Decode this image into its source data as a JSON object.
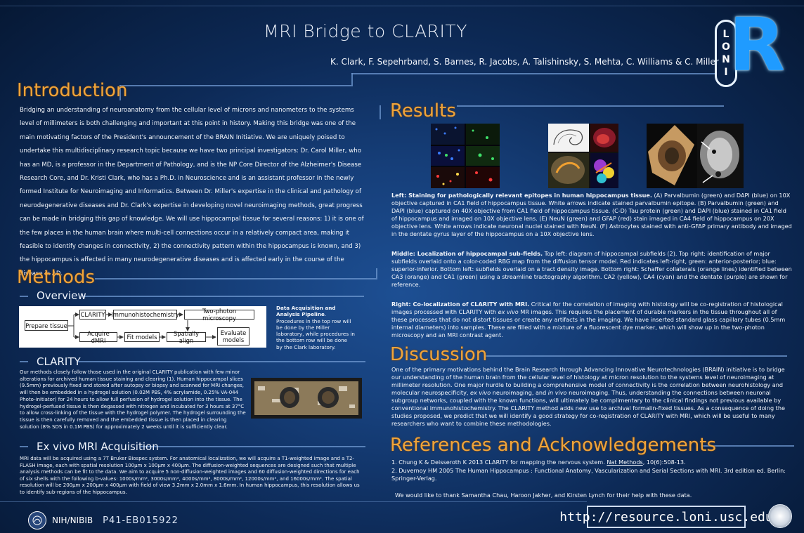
{
  "title": "MRI Bridge to CLARITY",
  "authors": "K. Clark, F. Sepehrband, S. Barnes, R. Jacobs, A. Talishinsky, S. Mehta, C. Williams & C. Miller",
  "logo": {
    "letter": "R",
    "vertical": [
      "L",
      "O",
      "N",
      "I"
    ]
  },
  "intro": {
    "heading": "Introduction",
    "text": "Bridging an understanding of neuroanatomy from the cellular level of microns and nanometers to the systems level of millimeters is both challenging and important at this point in history. Making this bridge was one of the main motivating factors of the President's announcement of the BRAIN Initiative. We are uniquely poised to undertake this multidisciplinary research topic because we have two principal investigators: Dr. Carol Miller, who has an MD, is a professor in the Department of Pathology, and is the NP Core Director of the Alzheimer's Disease Research Core, and Dr. Kristi Clark, who has a Ph.D. in Neuroscience and is an assistant professor in the newly formed Institute for Neuroimaging and Informatics. Between Dr. Miller's expertise in the clinical and pathology of neurodegenerative diseases and Dr. Clark's expertise in developing novel neuroimaging methods, great progress can be made in bridging this gap of knowledge. We will use hippocampal tissue for several reasons: 1) it is one of the few places in the human brain where multi-cell connections occur in a relatively compact area, making it feasible to identify changes in connectivity, 2) the connectivity pattern within the hippocampus is known, and 3) the hippocampus is affected in many neurodegenerative diseases and is affected early in the course of the disease in AD."
  },
  "methods": {
    "heading": "Methods",
    "overview": {
      "heading": "Overview",
      "boxes": {
        "prepare": "Prepare tissue",
        "clarity": "CLARITY",
        "immuno": "Immunohistochemistry",
        "twophoton": "Two-photon microscopy",
        "dmri": "Acquire dMRI",
        "fit": "Fit models",
        "align": "Spatially align",
        "evaluate": "Evaluate models"
      },
      "caption_bold": "Data Acquisition and Analysis Pipeline",
      "caption_rest": ". Procedures in the top row will be done by the Miller laboratory, while procedures in the bottom row will be done by the Clark laboratory."
    },
    "clarity": {
      "heading": "CLARITY",
      "text": "Our methods closely follow those used in the original CLARITY publication with few minor alterations for archived human tissue staining and clearing (1). Human hippocampal slices (9.5mm) previously fixed and stored after autopsy or biopsy and scanned for MRI changes, will then be embedded in a hydrogel solution (0.02M PBS, 4% acrylamide, 0.25% VA-044 Photo-initiator) for 24 hours to allow full perfusion of hydrogel solution into the tissue. The hydrogel-perfused tissue is then degassed with nitrogen and incubated for 3 hours at 37°C to allow cross-linking of the tissue with the hydrogel polymer. The hydrogel surrounding the tissue is then carefully removed and the embedded tissue is then placed in clearing solution (8% SDS in 0.1M PBS) for approximately 2 weeks until it is sufficiently clear."
    },
    "exvivo": {
      "heading": "Ex vivo MRI Acquisition",
      "text": "MRI data will be acquired using a 7T Bruker Biospec system. For anatomical localization, we will acquire a T1-weighted image and a T2-FLASH image, each with spatial resolution 100µm x 100µm x 400µm. The diffusion-weighted sequences are designed such that multiple analysis methods can be fit to the data. We aim to acquire 5 non-diffusion-weighted images and 60 diffusion-weighted directions for each of six shells with the following b-values: 1000s/mm², 3000s/mm², 4000s/mm², 8000s/mm², 12000s/mm², and 16000s/mm². The spatial resolution will be 200µm x 200µm x 400µm with field of view 3.2mm x 2.0mm x 1.6mm. In human hippocampus, this resolution allows us to identify sub-regions of the hippocampus."
    }
  },
  "results": {
    "heading": "Results",
    "left_bold": "Left: Staining for pathologically relevant epitopes in human hippocampus tissue.",
    "left_rest": " (A) Parvalbumin (green) and DAPI (blue) on 10X objective captured in CA1 field of hippocampus tissue. White arrows indicate stained parvalbumin epitope. (B) Parvalbumin (green) and DAPI (blue) captured on 40X objective from CA1 field of hippocampus tissue. (C-D) Tau protein (green) and DAPI (blue) stained in CA1 field of hippocampus and imaged on 10X objective lens. (E) NeuN (green) and GFAP (red) stain imaged in CA4 field of hippocampus on 20X objective lens. White arrows indicate neuronal nuclei stained with NeuN. (F) Astrocytes stained with anti-GFAP primary antibody and imaged in the dentate gyrus layer of the hippocampus on a 10X objective lens.",
    "middle_bold": "Middle:  Localization of hippocampal sub-fields.",
    "middle_rest": " Top left: diagram of hippocampal subfields (2). Top right: identification of major subfields overlaid onto a color-coded RBG map from the diffusion tensor model.  Red indicates left-right, green: anterior-posterior; blue: superior-inferior. Bottom left: subfields overlaid on a tract density image. Bottom right: Schaffer collaterals (orange lines) identified between CA3 (orange) and CA1 (green) using a streamline tractography algorithm. CA2 (yellow), CA4 (cyan) and the dentate (purple) are shown for reference.",
    "right_bold": "Right: Co-localization of CLARITY with MRI.",
    "right_a": " Critical for the correlation of imaging with histology will be co-registration of histological images processed with CLARITY with ",
    "right_italic": "ex vivo",
    "right_b": " MR images. This requires the placement of durable markers in the tissue throughout all of these processes that do not distort tissues or create any artifacts in the imaging. We have inserted standard glass capillary tubes (0.5mm internal diameters) into samples. These are filled with a mixture of a fluorescent dye marker, which will show up in the two-photon microscopy and an MRI contrast agent."
  },
  "discussion": {
    "heading": "Discussion",
    "a": "One of the primary motivations behind the Brain Research through Advancing Innovative Neurotechnologies (BRAIN) initiative is to bridge our understanding of the human brain from the cellular level of histology at micron resolution to the systems level of neuroimaging at millimeter resolution. One major hurdle to building a comprehensive model of connectivity is the correlation between neurohistology and molecular neurospecificity, ",
    "i1": "ex vivo",
    "b": " neuroimaging, and ",
    "i2": "in vivo",
    "c": " neuroimaging. Thus, understanding the connections between neuronal subgroup networks, coupled with the known functions, will ultimately be complimentary to the clinical findings not previous available by conventional immunohistochemistry. The CLARITY method adds new use to archival formalin-fixed tissues. As a consequence of doing the studies proposed, we predict that we will identify a good strategy for co-registration of CLARITY with MRI, which will be useful to many researchers who want to combine these methodologies."
  },
  "references": {
    "heading": "References and Acknowledgements",
    "ref1_a": "1. Chung K & Deisseroth K  2013  CLARITY for mapping the nervous system. ",
    "ref1_link": "Nat Methods",
    "ref1_b": ", 10(6):508-13.",
    "ref2": "2. Duvernoy HM  2005  The Human Hippocampus : Functional Anatomy, Vascularization and Serial Sections with MRI. 3rd edition ed. Berlin: Springer-Verlag.",
    "thanks": "We would like to thank Samantha Chau, Haroon Jakher, and Kirsten Lynch for their help with these data."
  },
  "footer": {
    "institution": "NIH/NIBIB",
    "grant": "P41-EB015922",
    "url": "http://resource.loni.usc.edu"
  },
  "colors": {
    "heading": "#f0a43a",
    "background": "#163f7a",
    "accent": "#1f9bff"
  }
}
